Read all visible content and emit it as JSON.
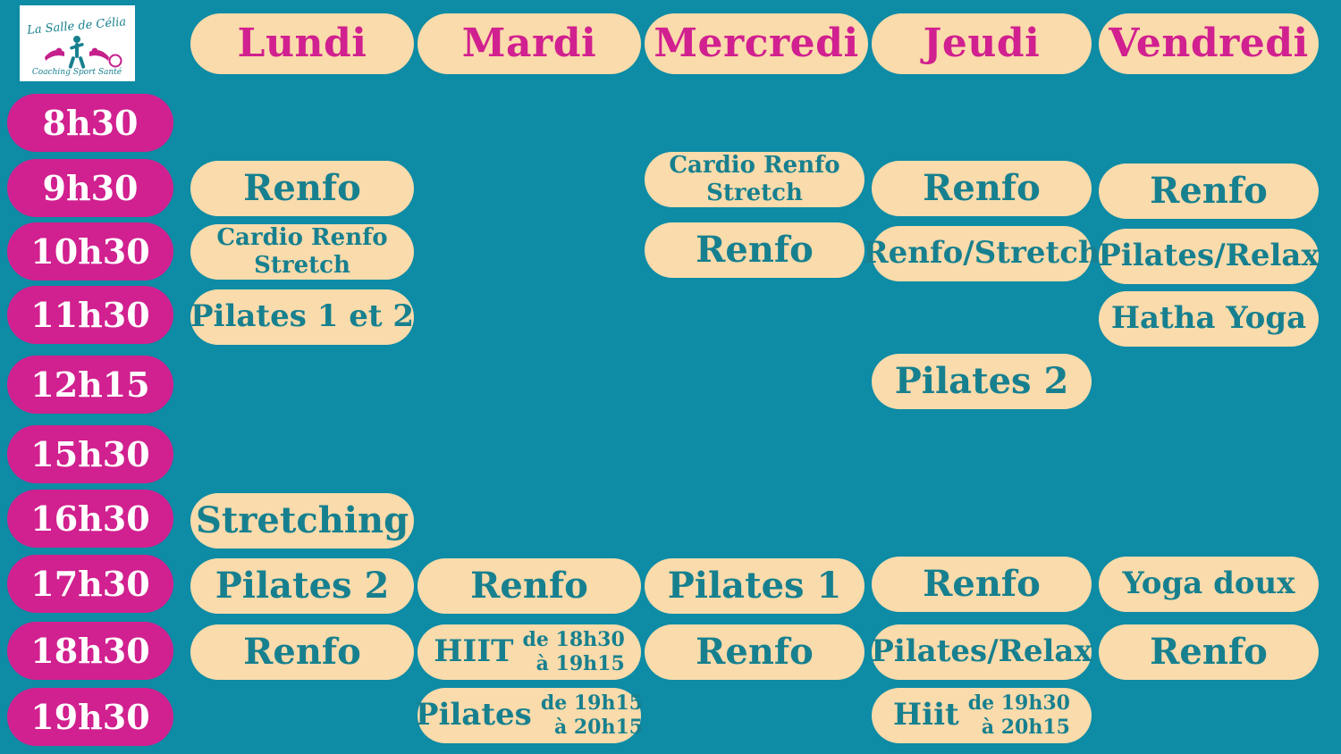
{
  "brand": {
    "logo_name": "la-salle-de-celia-logo",
    "title": "La Salle de Célia",
    "tagline": "Coaching Sport Santé"
  },
  "colors": {
    "background_teal": "#0e8ba5",
    "pill_cream": "#fadbab",
    "time_magenta": "#d1208f",
    "class_text_teal": "#17808f",
    "time_text_white": "#ffffff"
  },
  "days": [
    {
      "label": "Lundi"
    },
    {
      "label": "Mardi"
    },
    {
      "label": "Mercredi"
    },
    {
      "label": "Jeudi"
    },
    {
      "label": "Vendredi"
    }
  ],
  "times": [
    {
      "label": "8h30"
    },
    {
      "label": "9h30"
    },
    {
      "label": "10h30"
    },
    {
      "label": "11h30"
    },
    {
      "label": "12h15"
    },
    {
      "label": "15h30"
    },
    {
      "label": "16h30"
    },
    {
      "label": "17h30"
    },
    {
      "label": "18h30"
    },
    {
      "label": "19h30"
    }
  ],
  "classes": {
    "lundi_9h30": "Renfo",
    "lundi_10h30_l1": "Cardio Renfo",
    "lundi_10h30_l2": "Stretch",
    "lundi_11h30": "Pilates 1 et 2",
    "lundi_16h30": "Stretching",
    "lundi_17h30": "Pilates 2",
    "lundi_18h30": "Renfo",
    "mardi_17h30": "Renfo",
    "mardi_18h30_name": "HIIT",
    "mardi_18h30_from": "de 18h30",
    "mardi_18h30_to": "à 19h15",
    "mardi_19h30_name": "Pilates",
    "mardi_19h30_from": "de 19h15",
    "mardi_19h30_to": "à 20h15",
    "mercredi_9h30_l1": "Cardio Renfo",
    "mercredi_9h30_l2": "Stretch",
    "mercredi_10h30": "Renfo",
    "mercredi_17h30": "Pilates 1",
    "mercredi_18h30": "Renfo",
    "jeudi_9h30": "Renfo",
    "jeudi_10h30": "Renfo/Stretch",
    "jeudi_12h15": "Pilates 2",
    "jeudi_17h30": "Renfo",
    "jeudi_18h30": "Pilates/Relax",
    "jeudi_19h30_name": "Hiit",
    "jeudi_19h30_from": "de 19h30",
    "jeudi_19h30_to": "à 20h15",
    "vendredi_9h30": "Renfo",
    "vendredi_10h30": "Pilates/Relax",
    "vendredi_11h30": "Hatha Yoga",
    "vendredi_17h30": "Yoga doux",
    "vendredi_18h30": "Renfo"
  }
}
